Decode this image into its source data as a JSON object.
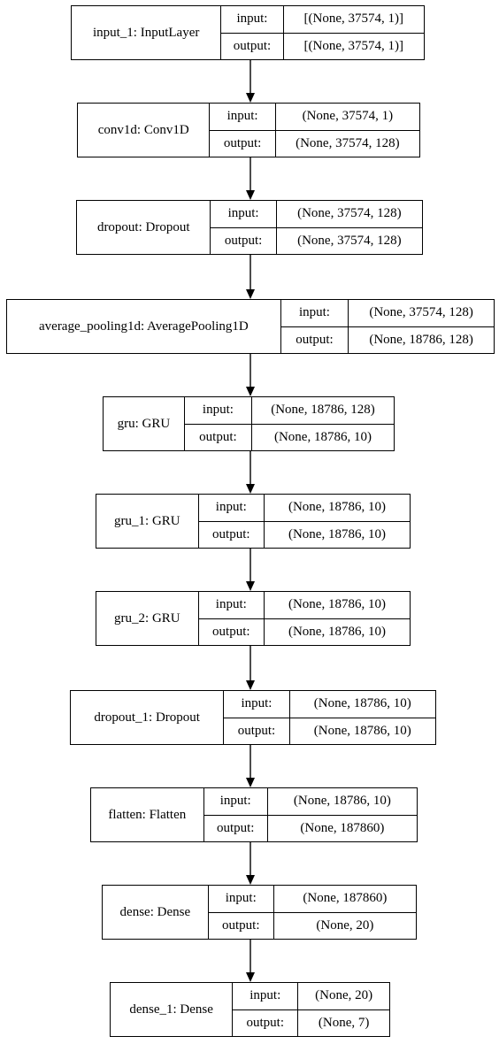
{
  "diagram": {
    "io_labels": {
      "input": "input:",
      "output": "output:"
    },
    "layers": [
      {
        "name": "input_1: InputLayer",
        "input": "[(None, 37574, 1)]",
        "output": "[(None, 37574, 1)]"
      },
      {
        "name": "conv1d: Conv1D",
        "input": "(None, 37574, 1)",
        "output": "(None, 37574, 128)"
      },
      {
        "name": "dropout: Dropout",
        "input": "(None, 37574, 128)",
        "output": "(None, 37574, 128)"
      },
      {
        "name": "average_pooling1d: AveragePooling1D",
        "input": "(None, 37574, 128)",
        "output": "(None, 18786, 128)"
      },
      {
        "name": "gru: GRU",
        "input": "(None, 18786, 128)",
        "output": "(None, 18786, 10)"
      },
      {
        "name": "gru_1: GRU",
        "input": "(None, 18786, 10)",
        "output": "(None, 18786, 10)"
      },
      {
        "name": "gru_2: GRU",
        "input": "(None, 18786, 10)",
        "output": "(None, 18786, 10)"
      },
      {
        "name": "dropout_1: Dropout",
        "input": "(None, 18786, 10)",
        "output": "(None, 18786, 10)"
      },
      {
        "name": "flatten: Flatten",
        "input": "(None, 18786, 10)",
        "output": "(None, 187860)"
      },
      {
        "name": "dense: Dense",
        "input": "(None, 187860)",
        "output": "(None, 20)"
      },
      {
        "name": "dense_1: Dense",
        "input": "(None, 20)",
        "output": "(None, 7)"
      }
    ]
  }
}
